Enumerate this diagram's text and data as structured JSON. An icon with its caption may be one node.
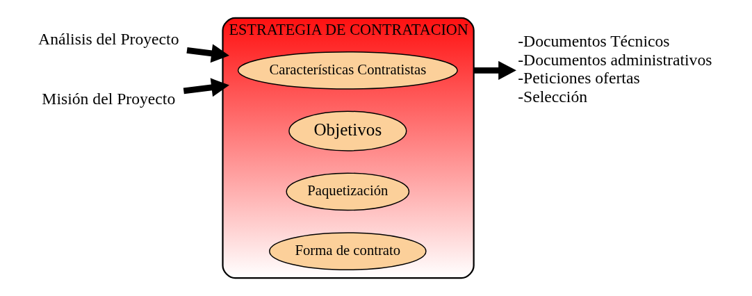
{
  "diagram": {
    "nodes": [
      {
        "text": [
          "Análisis del Proyecto"
        ]
      },
      {
        "text": [
          "ESTRATEGIA DE CONTRATACION"
        ]
      },
      {
        "text": [
          "Características Contratistas"
        ],
        "in": 1
      },
      {
        "text": [
          "Objetivos"
        ],
        "in": 1
      },
      {
        "text": [
          "Paquetización"
        ],
        "in": 1
      },
      {
        "text": [
          "Forma de contrato"
        ],
        "in": 1
      },
      {
        "text": [
          "Misión del Proyecto"
        ]
      },
      {
        "text": [
          "-Documentos Técnicos",
          "-Documentos administrativos",
          "-Peticiones ofertas",
          "-Selección"
        ]
      }
    ],
    "edges": [
      {
        "from": 0,
        "to": 1,
        "arrow": "to"
      },
      {
        "from": 6,
        "to": 1,
        "arrow": "to"
      },
      {
        "from": 1,
        "to": 7,
        "arrow": "to"
      }
    ]
  }
}
